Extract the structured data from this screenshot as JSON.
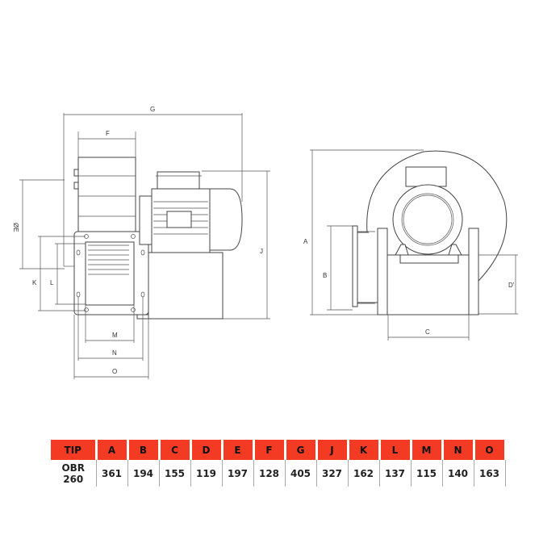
{
  "drawing": {
    "side_view_labels": {
      "G": "G",
      "F": "F",
      "E": "ØE",
      "J": "J",
      "K": "K",
      "L": "L",
      "M": "M",
      "N": "N",
      "O": "O"
    },
    "front_view_labels": {
      "A": "A",
      "B": "B",
      "C": "C",
      "D": "D'"
    }
  },
  "table": {
    "headers": [
      "TIP",
      "A",
      "B",
      "C",
      "D",
      "E",
      "F",
      "G",
      "J",
      "K",
      "L",
      "M",
      "N",
      "O"
    ],
    "rows": [
      [
        "OBR 260",
        "361",
        "194",
        "155",
        "119",
        "197",
        "128",
        "405",
        "327",
        "162",
        "137",
        "115",
        "140",
        "163"
      ]
    ],
    "header_color": "#f23b22"
  }
}
